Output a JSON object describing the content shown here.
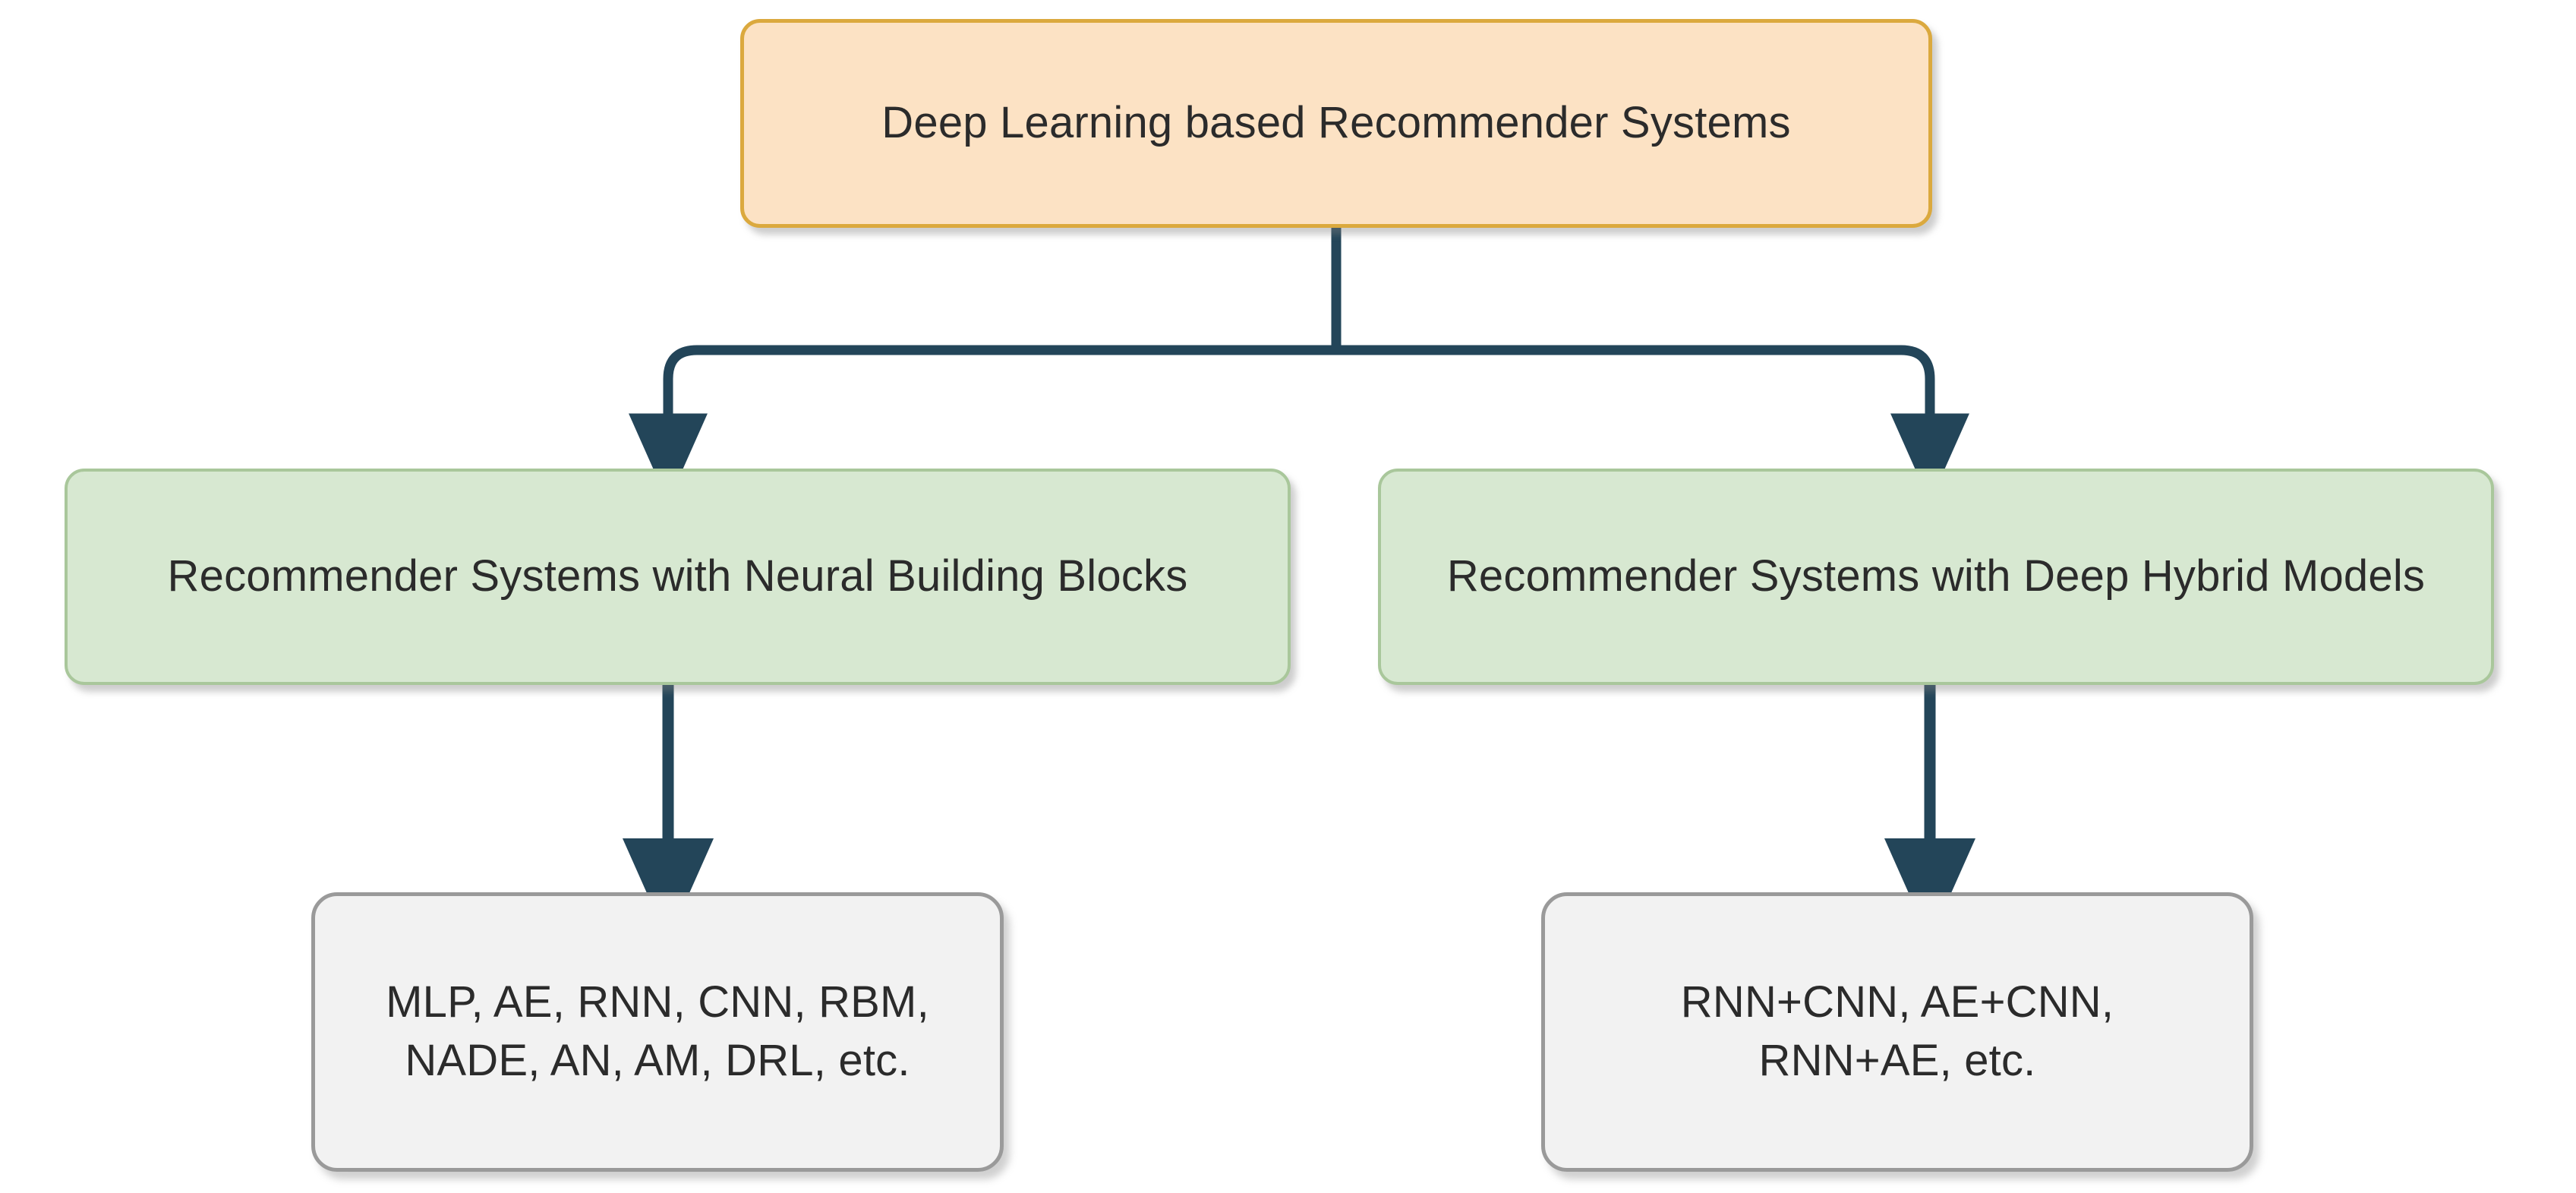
{
  "diagram": {
    "title": "Deep Learning based Recommender Systems",
    "type": "tree-taxonomy",
    "background_color": "#ffffff",
    "edge_color": "#234559",
    "nodes": [
      {
        "id": "root",
        "label": "Deep Learning based Recommender Systems",
        "level": "root",
        "fill": "#fce2c4",
        "stroke": "#dba93e"
      },
      {
        "id": "branch-neural-building-blocks",
        "label": "Recommender Systems with Neural Building Blocks",
        "level": "branch",
        "fill": "#d7e8d1",
        "stroke": "#a9c79b"
      },
      {
        "id": "branch-deep-hybrid-models",
        "label": "Recommender Systems with Deep Hybrid Models",
        "level": "branch",
        "fill": "#d7e8d1",
        "stroke": "#a9c79b"
      },
      {
        "id": "leaf-neural-building-blocks",
        "label": "MLP, AE, RNN, CNN, RBM,\nNADE, AN, AM, DRL, etc.",
        "level": "leaf",
        "fill": "#f2f2f2",
        "stroke": "#9a9a9a"
      },
      {
        "id": "leaf-deep-hybrid-models",
        "label": "RNN+CNN, AE+CNN,\nRNN+AE, etc.",
        "level": "leaf",
        "fill": "#f2f2f2",
        "stroke": "#9a9a9a"
      }
    ],
    "edges": [
      {
        "id": "edge-root-to-neural-building-blocks",
        "from": "root",
        "to": "branch-neural-building-blocks",
        "arrow": "down"
      },
      {
        "id": "edge-root-to-deep-hybrid-models",
        "from": "root",
        "to": "branch-deep-hybrid-models",
        "arrow": "down"
      },
      {
        "id": "edge-neural-building-blocks-to-leaf",
        "from": "branch-neural-building-blocks",
        "to": "leaf-neural-building-blocks",
        "arrow": "down"
      },
      {
        "id": "edge-deep-hybrid-models-to-leaf",
        "from": "branch-deep-hybrid-models",
        "to": "leaf-deep-hybrid-models",
        "arrow": "down"
      }
    ]
  }
}
